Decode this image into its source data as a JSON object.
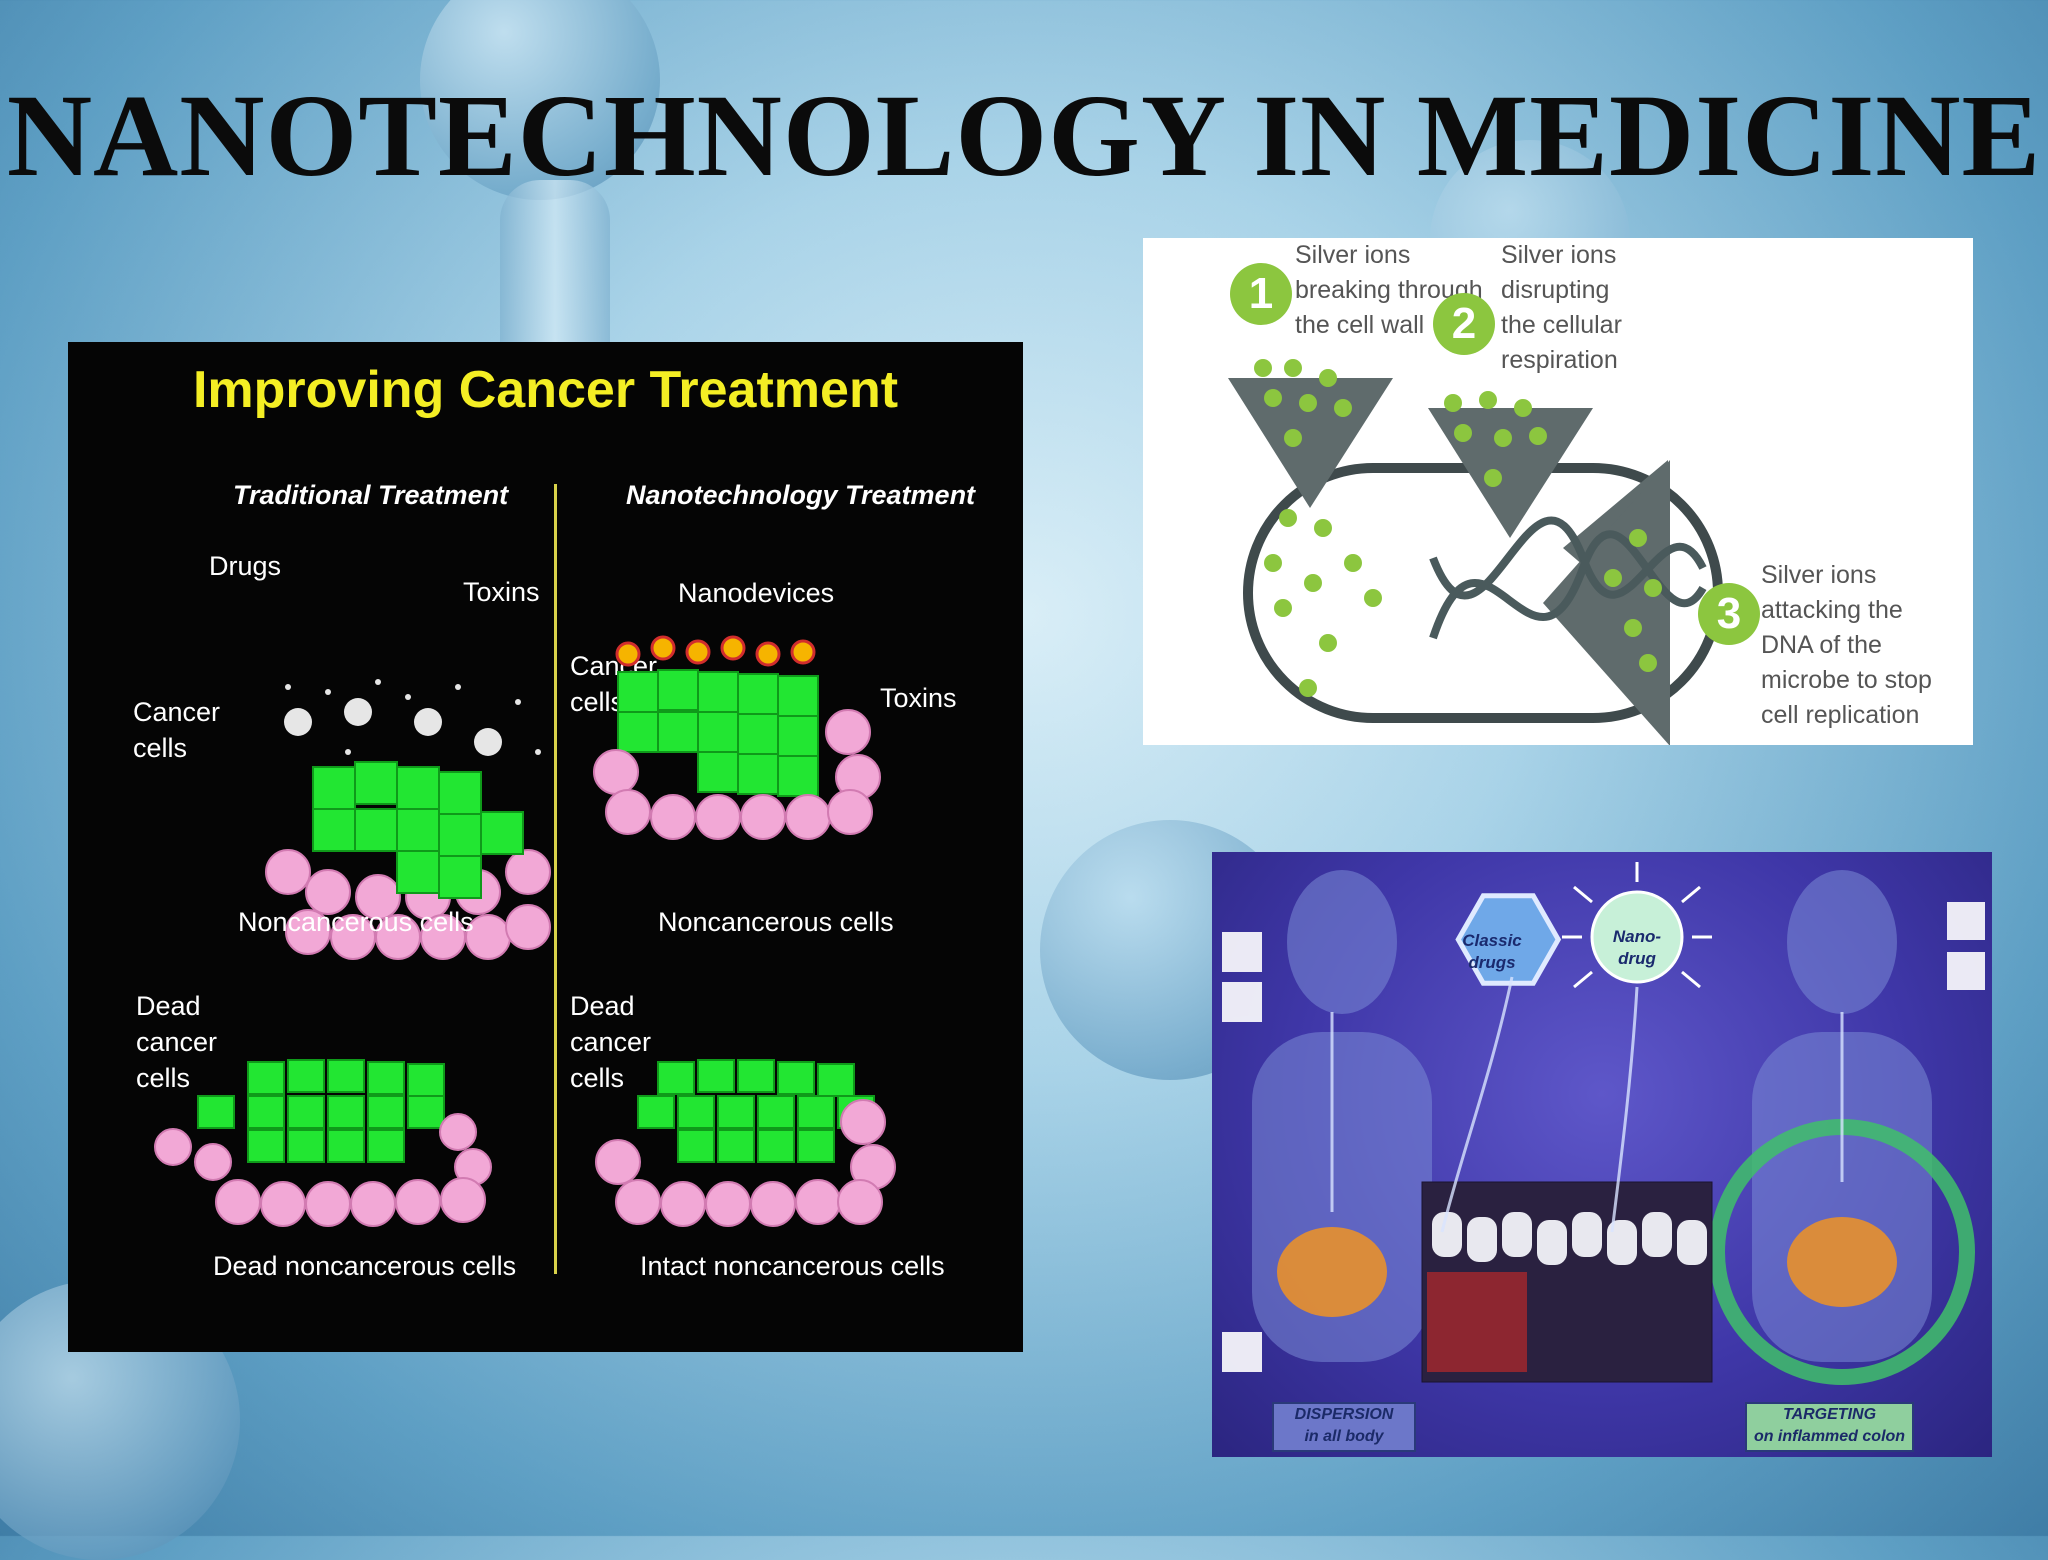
{
  "title": "NANOTECHNOLOGY IN MEDICINE",
  "cancer_panel": {
    "title": "Improving Cancer Treatment",
    "left_header": "Traditional Treatment",
    "right_header": "Nanotechnology Treatment",
    "drugs": "Drugs",
    "toxins_left": "Toxins",
    "cancer_cells_left": [
      "Cancer",
      "cells"
    ],
    "nanodevices": "Nanodevices",
    "cancer_cells_right": [
      "Cancer",
      "cells"
    ],
    "toxins_right": "Toxins",
    "noncancerous_left": "Noncancerous cells",
    "noncancerous_right": "Noncancerous cells",
    "dead_cancer_left": [
      "Dead",
      "cancer",
      "cells"
    ],
    "dead_cancer_right": [
      "Dead",
      "cancer",
      "cells"
    ],
    "dead_noncancerous": "Dead noncancerous cells",
    "intact_noncancerous": "Intact noncancerous cells"
  },
  "silver_panel": {
    "steps": [
      {
        "num": "1",
        "text": [
          "Silver ions",
          "breaking through",
          "the cell wall"
        ]
      },
      {
        "num": "2",
        "text": [
          "Silver ions",
          "disrupting",
          "the cellular",
          "respiration"
        ]
      },
      {
        "num": "3",
        "text": [
          "Silver ions",
          "attacking the",
          "DNA of the",
          "microbe to stop",
          "cell replication"
        ]
      }
    ],
    "accent": "#8cc63f"
  },
  "nano_panel": {
    "classic": [
      "Classic",
      "drugs"
    ],
    "nano": [
      "Nano-",
      "drug"
    ],
    "dispersion": [
      "DISPERSION",
      "in all body"
    ],
    "targeting": [
      "TARGETING",
      "on inflammed colon"
    ]
  }
}
